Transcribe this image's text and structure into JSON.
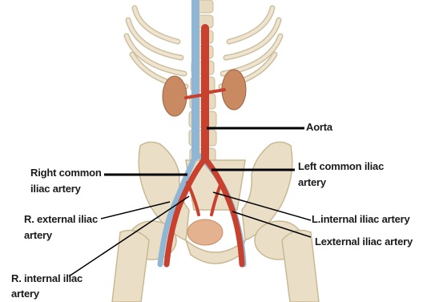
{
  "labels": {
    "aorta": "Aorta",
    "right_common_line1": "Right common",
    "right_common_line2": "iliac artery",
    "left_common_line1": "Left common iliac",
    "left_common_line2": "artery",
    "r_external_line1": "R. external iliac",
    "r_external_line2": "artery",
    "l_internal": "L.internal iliac artery",
    "l_external": "Lexternal iliac artery",
    "r_internal_line1": "R. internal iliac",
    "r_internal_line2": "artery"
  },
  "colors": {
    "artery": "#c8412f",
    "vein": "#8fb6d4",
    "bone": "#eadfc6",
    "bone_shadow": "#c9b993",
    "kidney": "#c98a62",
    "bladder": "#e4b28e",
    "leader_line": "#000000"
  }
}
